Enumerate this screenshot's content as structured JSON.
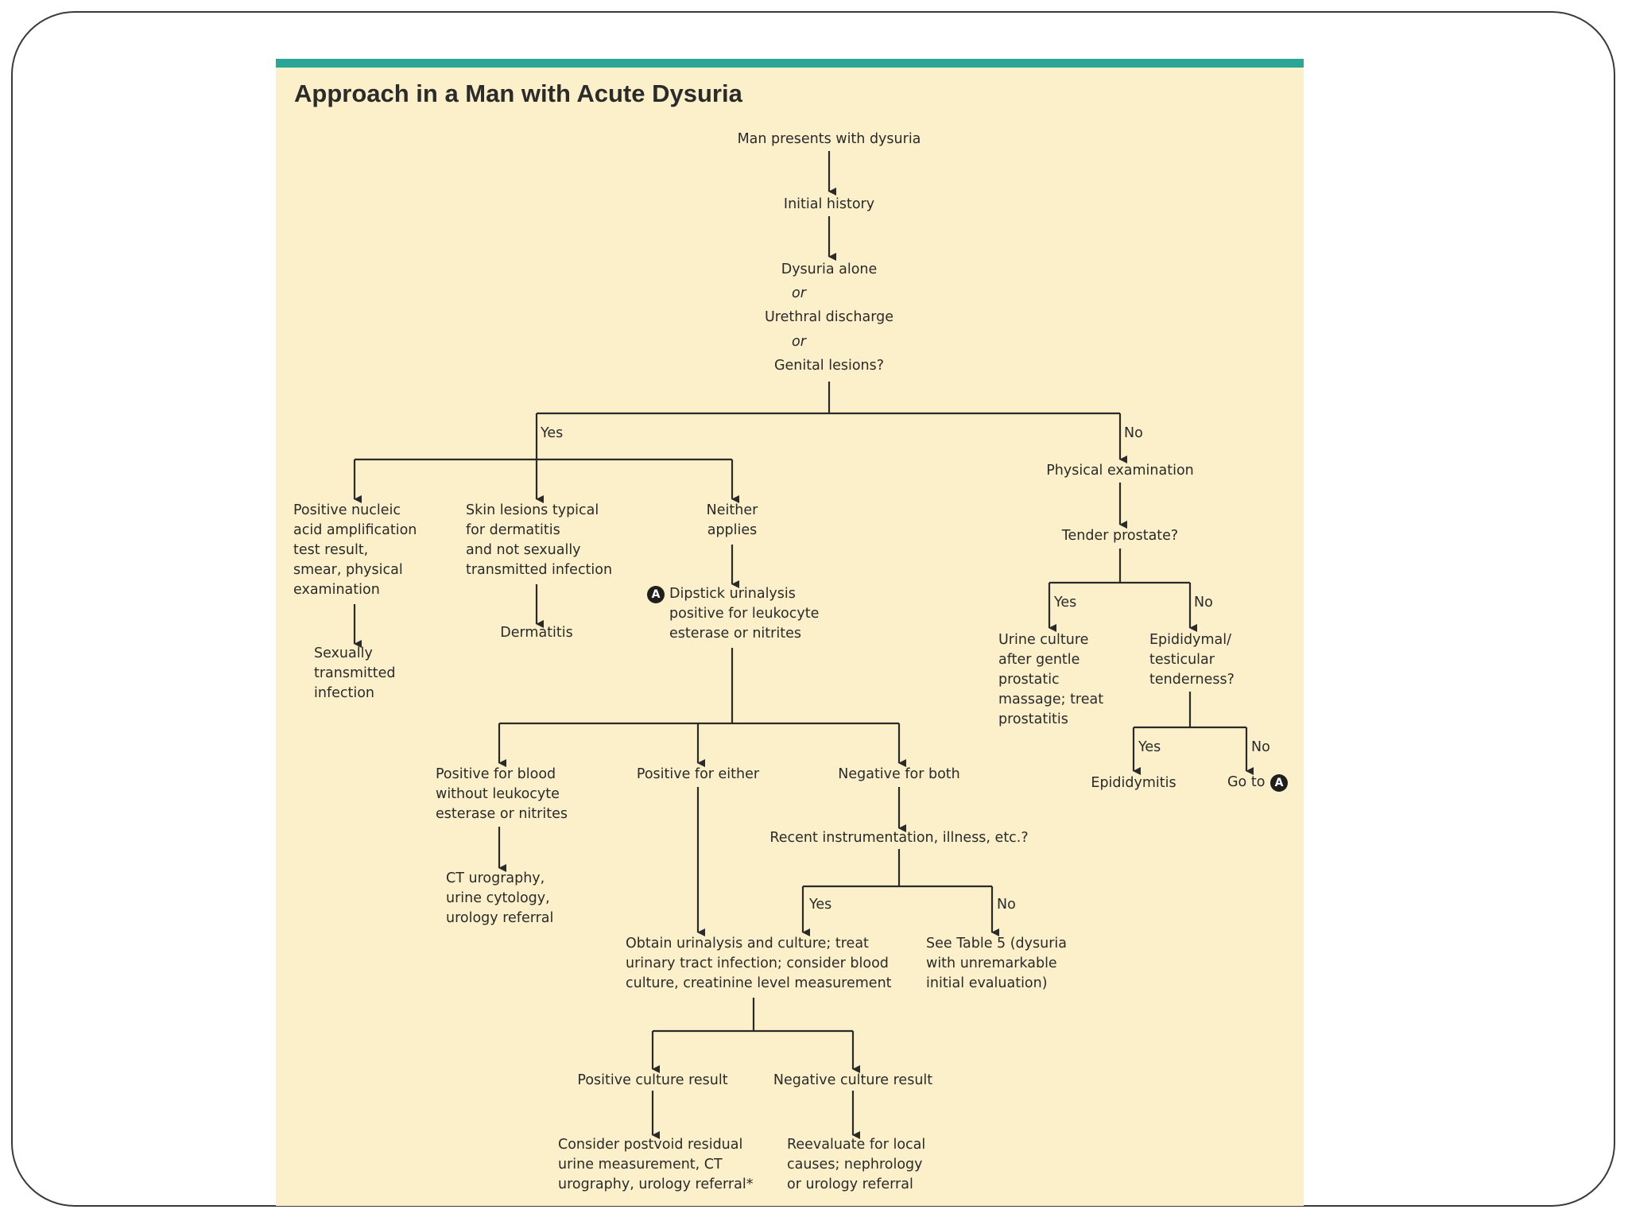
{
  "title": "Approach in a Man with Acute Dysuria",
  "colors": {
    "accent_bar": "#2aa596",
    "panel": "#fbf0c9",
    "line": "#2a2a2a"
  },
  "nodes": {
    "start": "Man presents with dysuria",
    "history": "Initial history",
    "q1_line1": "Dysuria alone",
    "q1_or1": "or",
    "q1_line2": "Urethral discharge",
    "q1_or2": "or",
    "q1_line3": "Genital lesions?",
    "naat": "Positive nucleic\nacid amplification\ntest result,\nsmear, physical\nexamination",
    "sti": "Sexually\ntransmitted\ninfection",
    "skin": "Skin lesions typical\nfor dermatitis\nand not sexually\ntransmitted infection",
    "dermatitis": "Dermatitis",
    "neither": "Neither\napplies",
    "dipstick": "Dipstick urinalysis\npositive for leukocyte\nesterase or nitrites",
    "pos_blood": "Positive for blood\nwithout leukocyte\nesterase or nitrites",
    "ct": "CT urography,\nurine cytology,\nurology referral",
    "pos_either": "Positive for either",
    "neg_both": "Negative for both",
    "recent": "Recent instrumentation, illness, etc.?",
    "obtain": "Obtain urinalysis and culture; treat\nurinary tract infection; consider blood\nculture, creatinine level measurement",
    "see_table": "See Table 5 (dysuria\nwith unremarkable\ninitial evaluation)",
    "pos_culture": "Positive culture result",
    "neg_culture": "Negative culture result",
    "consider": "Consider postvoid residual\nurine measurement, CT\nurography, urology referral*",
    "reevaluate": "Reevaluate for local\ncauses; nephrology\nor urology referral",
    "physical": "Physical examination",
    "tender": "Tender prostate?",
    "urine_culture": "Urine culture\nafter gentle\nprostatic\nmassage; treat\nprostatitis",
    "epididymal": "Epididymal/\ntesticular\ntenderness?",
    "epididymitis": "Epididymitis",
    "goto": "Go to"
  },
  "branch_labels": {
    "yes": "Yes",
    "no": "No"
  },
  "badge_letter": "A"
}
